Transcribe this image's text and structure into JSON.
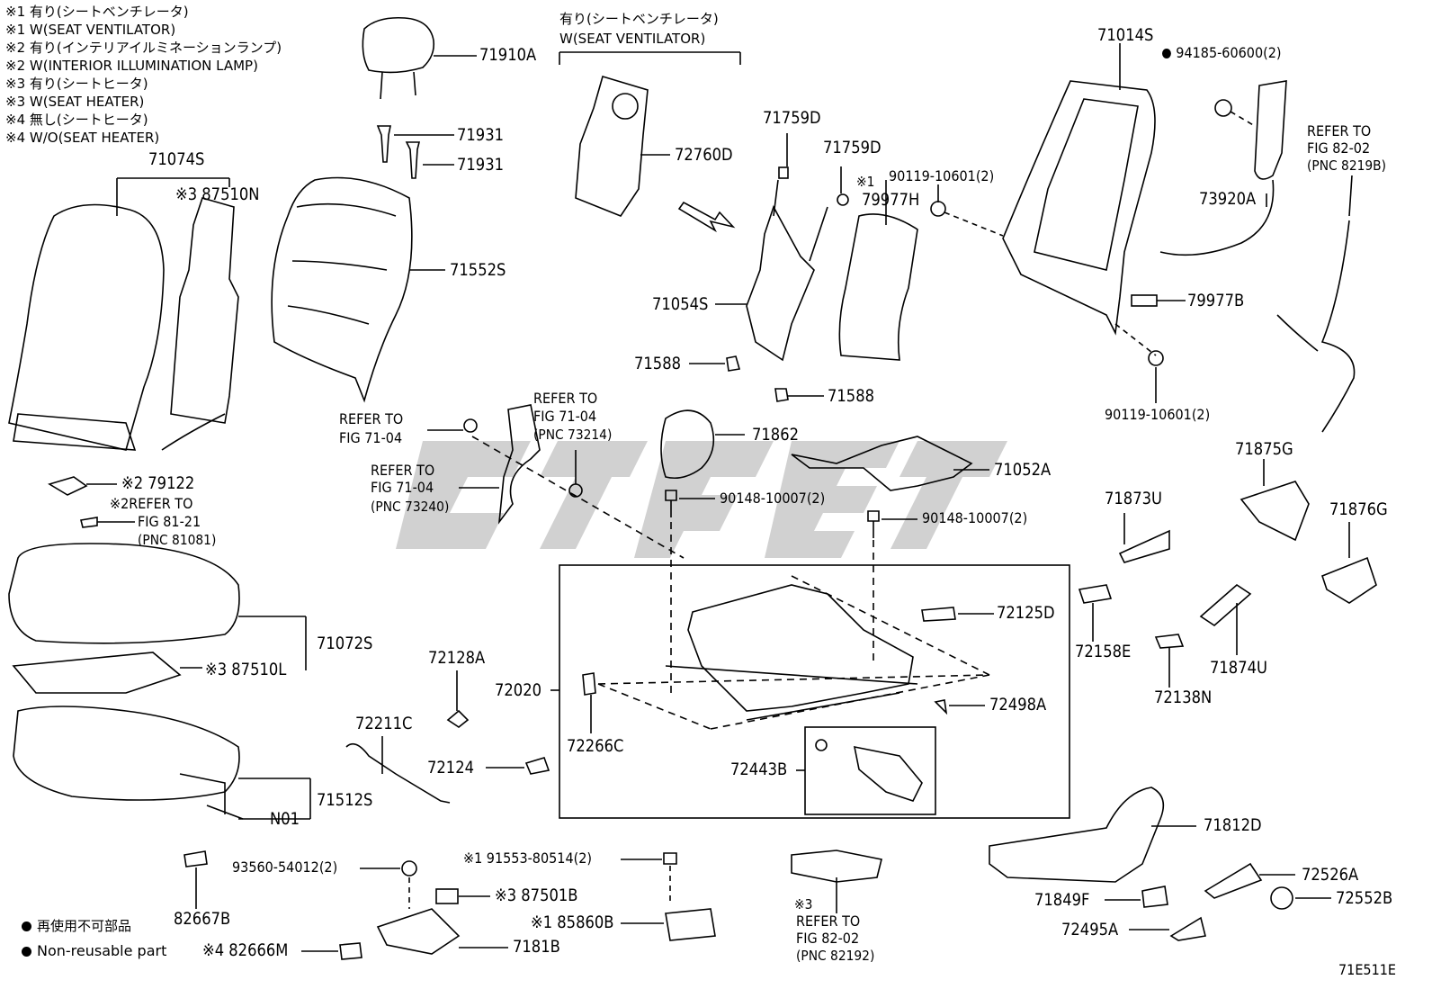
{
  "notes": [
    "※1 有り(シートベンチレータ)",
    "※1 W(SEAT VENTILATOR)",
    "※2 有り(インテリアイルミネーションランプ)",
    "※2 W(INTERIOR ILLUMINATION LAMP)",
    "※3 有り(シートヒータ)",
    "※3 W(SEAT HEATER)",
    "※4 無し(シートヒータ)",
    "※4 W/O(SEAT HEATER)"
  ],
  "ventilator_header": [
    "有り(シートベンチレータ)",
    "W(SEAT VENTILATOR)"
  ],
  "parts": {
    "p71910A": "71910A",
    "p71931a": "71931",
    "p71931b": "71931",
    "p71074S": "71074S",
    "p87510N": "※3 87510N",
    "p71552S": "71552S",
    "p72760D": "72760D",
    "p71759Da": "71759D",
    "p71759Db": "71759D",
    "p79977H_mark": "※1",
    "p79977H": "79977H",
    "p71054S": "71054S",
    "p71588a": "71588",
    "p71588b": "71588",
    "p71014S": "71014S",
    "p94185": "94185-60600(2)",
    "p90119a": "90119-10601(2)",
    "p90119b": "90119-10601(2)",
    "p73920A": "73920A",
    "p79977B": "79977B",
    "p79122": "※2 79122",
    "p71862": "71862",
    "p71052A": "71052A",
    "p90148a": "90148-10007(2)",
    "p90148b": "90148-10007(2)",
    "p71875G": "71875G",
    "p71873U": "71873U",
    "p71876G": "71876G",
    "p71072S": "71072S",
    "p87510L": "※3 87510L",
    "p72128A": "72128A",
    "p72020": "72020",
    "p72125D": "72125D",
    "p72158E": "72158E",
    "p71874U": "71874U",
    "p72138N": "72138N",
    "p72498A": "72498A",
    "p72266C": "72266C",
    "p72211C": "72211C",
    "p72124": "72124",
    "p72443B": "72443B",
    "p71512S": "71512S",
    "pN01": "N01",
    "p71812D": "71812D",
    "p93560": "93560-54012(2)",
    "p91553": "※1 91553-80514(2)",
    "p87501B": "※3 87501B",
    "p85860B": "※1 85860B",
    "p7181B": "7181B",
    "p82667B": "82667B",
    "p82666M": "※4 82666M",
    "p71849F": "71849F",
    "p72495A": "72495A",
    "p72526A": "72526A",
    "p72552B": "72552B"
  },
  "refs": {
    "r8202_top": [
      "REFER TO",
      "FIG 82-02",
      "(PNC 8219B)"
    ],
    "r7104_left": [
      "REFER TO",
      "FIG 71-04"
    ],
    "r7104_mid": [
      "REFER TO",
      "FIG 71-04",
      "(PNC 73214)"
    ],
    "r7104_low": [
      "REFER TO",
      "FIG 71-04",
      "(PNC 73240)"
    ],
    "r8121": [
      "※2REFER TO",
      "FIG 81-21",
      "(PNC 81081)"
    ],
    "r8202_bot": [
      "※3",
      "REFER TO",
      "FIG 82-02",
      "(PNC 82192)"
    ]
  },
  "legend": {
    "jp": "再使用不可部品",
    "en": "Non-reusable part"
  },
  "figure_code": "71E511E",
  "watermark": "Logo",
  "colors": {
    "line": "#000000",
    "watermark": "#c8c8c8",
    "background": "#ffffff"
  }
}
